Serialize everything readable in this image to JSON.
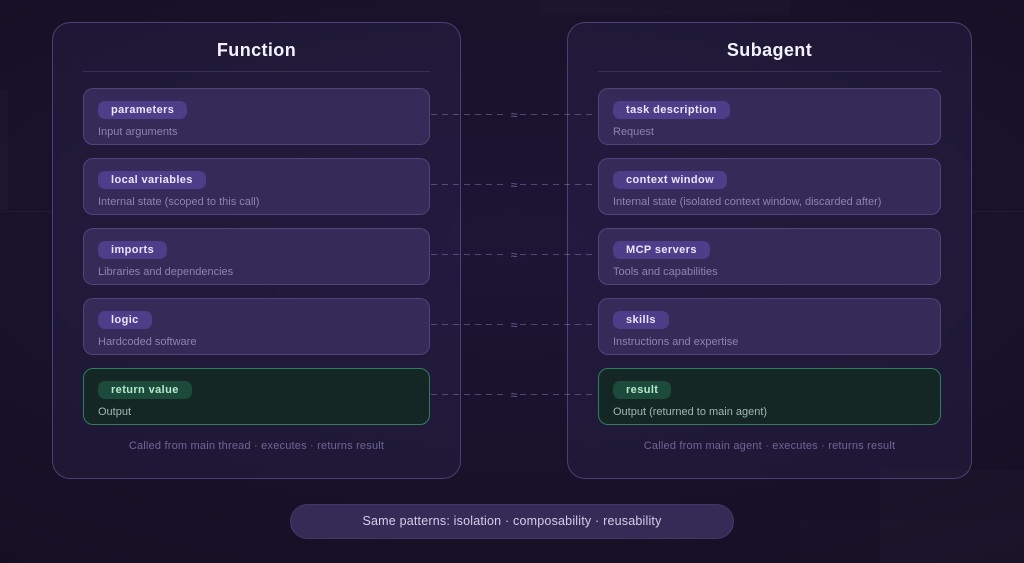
{
  "panels": [
    {
      "title": "Function",
      "footer": "Called from main thread · executes · returns result",
      "rows": [
        {
          "badge": "parameters",
          "desc": "Input arguments"
        },
        {
          "badge": "local variables",
          "desc": "Internal state (scoped to this call)"
        },
        {
          "badge": "imports",
          "desc": "Libraries and dependencies"
        },
        {
          "badge": "logic",
          "desc": "Hardcoded software"
        },
        {
          "badge": "return value",
          "desc": "Output"
        }
      ]
    },
    {
      "title": "Subagent",
      "footer": "Called from main agent · executes · returns result",
      "rows": [
        {
          "badge": "task description",
          "desc": "Request"
        },
        {
          "badge": "context window",
          "desc": "Internal state (isolated context window, discarded after)"
        },
        {
          "badge": "MCP servers",
          "desc": "Tools and capabilities"
        },
        {
          "badge": "skills",
          "desc": "Instructions and expertise"
        },
        {
          "badge": "result",
          "desc": "Output (returned to main agent)"
        }
      ]
    }
  ],
  "connectors": {
    "glyph": "≈"
  },
  "bottom_pill": {
    "text": "Same patterns: isolation · composability · reusability"
  },
  "colors": {
    "page_background": "#171127",
    "panel_border": "#7e70c0",
    "row_background": "#342b58",
    "badge_purple": "#4c3e88",
    "badge_purple_text": "#ebe6fa",
    "green_row_background": "#142725",
    "green_row_border": "#2f7d5f",
    "badge_green": "#1d4b3b",
    "badge_green_text": "#b5e9ce",
    "description_text": "#8d84ae",
    "title_text": "#f3f1fb",
    "footer_text": "#6f6597",
    "pill_background": "#342c57",
    "pill_text": "#d4cdea"
  }
}
